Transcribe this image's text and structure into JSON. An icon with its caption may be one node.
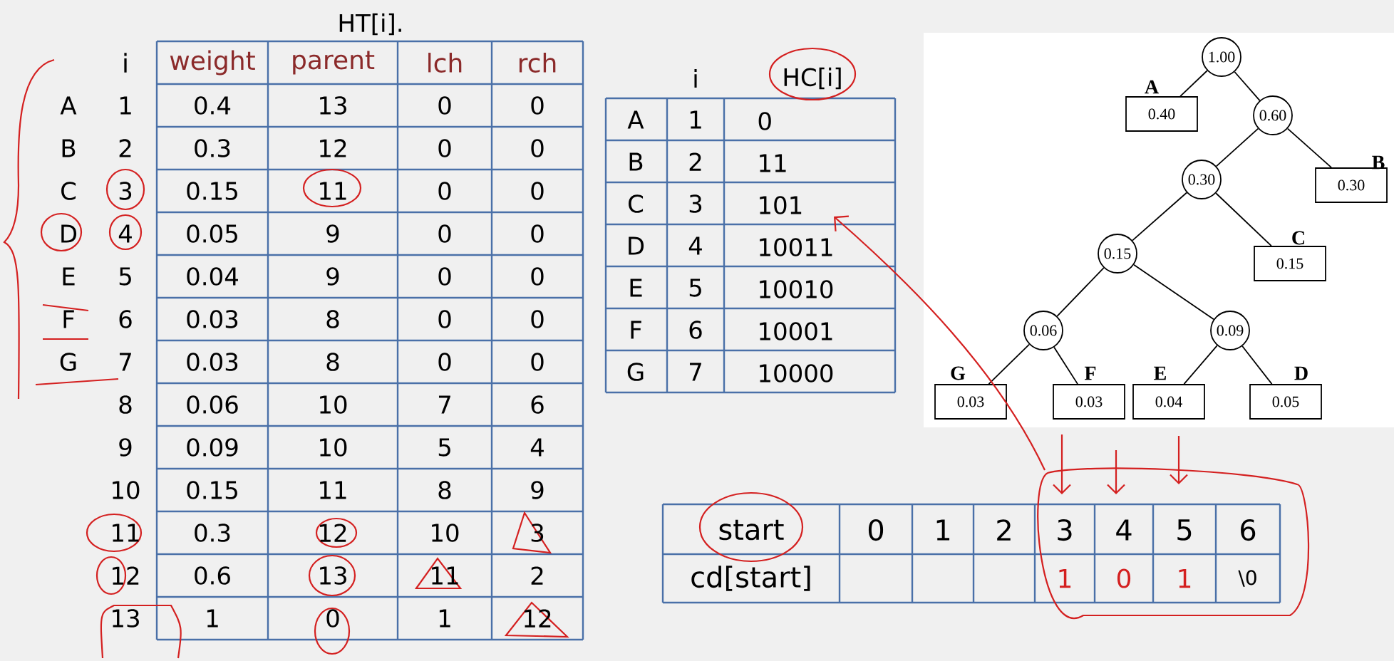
{
  "diagram": {
    "nodes": [
      {
        "text": [
          "1.00"
        ]
      },
      {
        "text": [
          "0.40"
        ],
        "beside": [
          "A"
        ]
      },
      {
        "text": [
          "0.60"
        ]
      },
      {
        "text": [
          "0.30"
        ]
      },
      {
        "text": [
          "0.30"
        ],
        "beside": [
          "B"
        ]
      },
      {
        "text": [
          "0.15"
        ]
      },
      {
        "text": [
          "0.15"
        ],
        "beside": [
          "C"
        ]
      },
      {
        "text": [
          "0.06"
        ]
      },
      {
        "text": [
          "0.09"
        ]
      },
      {
        "text": [
          "0.03"
        ],
        "beside": [
          "G"
        ]
      },
      {
        "text": [
          "0.03"
        ],
        "beside": [
          "F"
        ]
      },
      {
        "text": [
          "0.04"
        ],
        "beside": [
          "E"
        ]
      },
      {
        "text": [
          "0.05"
        ],
        "beside": [
          "D"
        ]
      }
    ],
    "edges": [
      {
        "from": 0,
        "to": 1,
        "arrow": "none"
      },
      {
        "from": 0,
        "to": 2,
        "arrow": "none"
      },
      {
        "from": 2,
        "to": 3,
        "arrow": "none"
      },
      {
        "from": 2,
        "to": 4,
        "arrow": "none"
      },
      {
        "from": 3,
        "to": 5,
        "arrow": "none"
      },
      {
        "from": 3,
        "to": 6,
        "arrow": "none"
      },
      {
        "from": 5,
        "to": 7,
        "arrow": "none"
      },
      {
        "from": 5,
        "to": 8,
        "arrow": "none"
      },
      {
        "from": 7,
        "to": 9,
        "arrow": "none"
      },
      {
        "from": 7,
        "to": 10,
        "arrow": "none"
      },
      {
        "from": 8,
        "to": 11,
        "arrow": "none"
      },
      {
        "from": 8,
        "to": 12,
        "arrow": "none"
      }
    ],
    "labels": [
      "HT[i].",
      "i",
      "weight",
      "parent",
      "lch",
      "rch",
      "A",
      "1",
      "0.4",
      "13",
      "0",
      "0",
      "B",
      "2",
      "0.3",
      "12",
      "0",
      "0",
      "C",
      "3",
      "0.15",
      "11",
      "0",
      "0",
      "D",
      "4",
      "0.05",
      "9",
      "0",
      "0",
      "E",
      "5",
      "0.04",
      "9",
      "0",
      "0",
      "F",
      "6",
      "0.03",
      "8",
      "0",
      "0",
      "G",
      "7",
      "0.03",
      "8",
      "0",
      "0",
      "8",
      "0.06",
      "10",
      "7",
      "6",
      "9",
      "0.09",
      "10",
      "5",
      "4",
      "10",
      "0.15",
      "11",
      "8",
      "9",
      "11",
      "0.3",
      "12",
      "10",
      "3",
      "12",
      "0.6",
      "13",
      "11",
      "2",
      "13",
      "1",
      "0",
      "1",
      "12",
      "i",
      "HC[i]",
      "A",
      "1",
      "0",
      "B",
      "2",
      "11",
      "C",
      "3",
      "101",
      "D",
      "4",
      "10011",
      "E",
      "5",
      "10010",
      "F",
      "6",
      "10001",
      "G",
      "7",
      "10000",
      "start",
      "0",
      "1",
      "2",
      "3",
      "4",
      "5",
      "6",
      "cd[start]",
      "1",
      "0",
      "1",
      "\\0"
    ]
  }
}
